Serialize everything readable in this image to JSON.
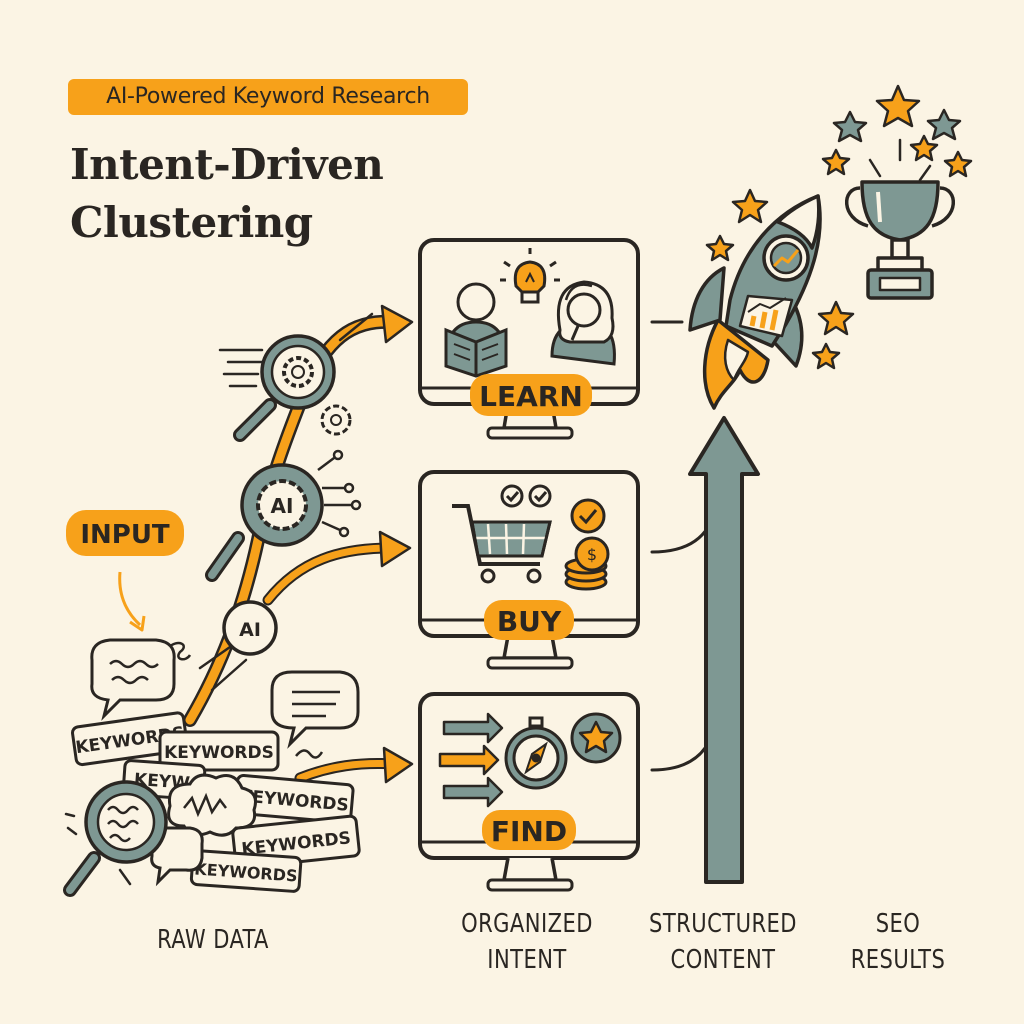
{
  "badge": "AI-Powered Keyword Research",
  "title_line1": "Intent-Driven",
  "title_line2": "Clustering",
  "input_label": "INPUT",
  "ai_labels": [
    "AI",
    "AI"
  ],
  "keyword_tags": [
    "KEYWORDS",
    "KEYWORDS",
    "KEYW",
    "KEYWORDS",
    "KEYWORDS",
    "KEYWORDS"
  ],
  "intents": [
    "LEARN",
    "BUY",
    "FIND"
  ],
  "captions": {
    "raw": "RAW DATA",
    "organized": [
      "ORGANIZED",
      "INTENT"
    ],
    "structured": [
      "STRUCTURED",
      "CONTENT"
    ],
    "seo": [
      "SEO",
      "RESULTS"
    ]
  },
  "colors": {
    "background": "#fbf4e4",
    "accent": "#f7a11a",
    "ink": "#2a2622",
    "slate": "#7e9893"
  }
}
